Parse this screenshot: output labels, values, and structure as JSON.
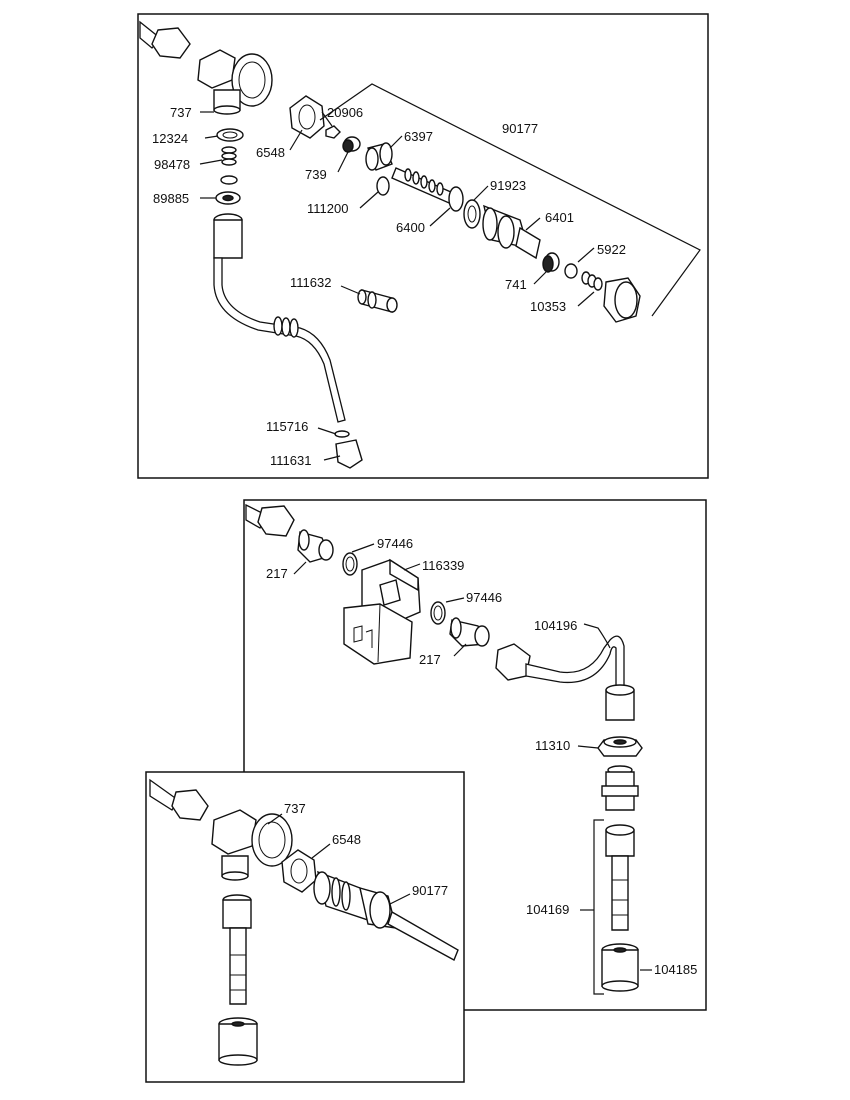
{
  "colors": {
    "ink": "#111111",
    "background": "#ffffff"
  },
  "panel_top": {
    "labels": {
      "p737": "737",
      "p12324": "12324",
      "p98478": "98478",
      "p89885": "89885",
      "p6548": "6548",
      "p20906": "20906",
      "p6397": "6397",
      "p739": "739",
      "p90177": "90177",
      "p111200": "111200",
      "p91923": "91923",
      "p6400": "6400",
      "p6401": "6401",
      "p5922": "5922",
      "p741": "741",
      "p10353": "10353",
      "p111632": "111632",
      "p115716": "115716",
      "p111631": "111631"
    }
  },
  "panel_middle": {
    "labels": {
      "p97446a": "97446",
      "p217a": "217",
      "p116339": "116339",
      "p97446b": "97446",
      "p104196": "104196",
      "p217b": "217",
      "p11310": "11310",
      "p104169": "104169",
      "p104185": "104185"
    }
  },
  "panel_bottom": {
    "labels": {
      "p737": "737",
      "p6548": "6548",
      "p90177": "90177"
    }
  }
}
